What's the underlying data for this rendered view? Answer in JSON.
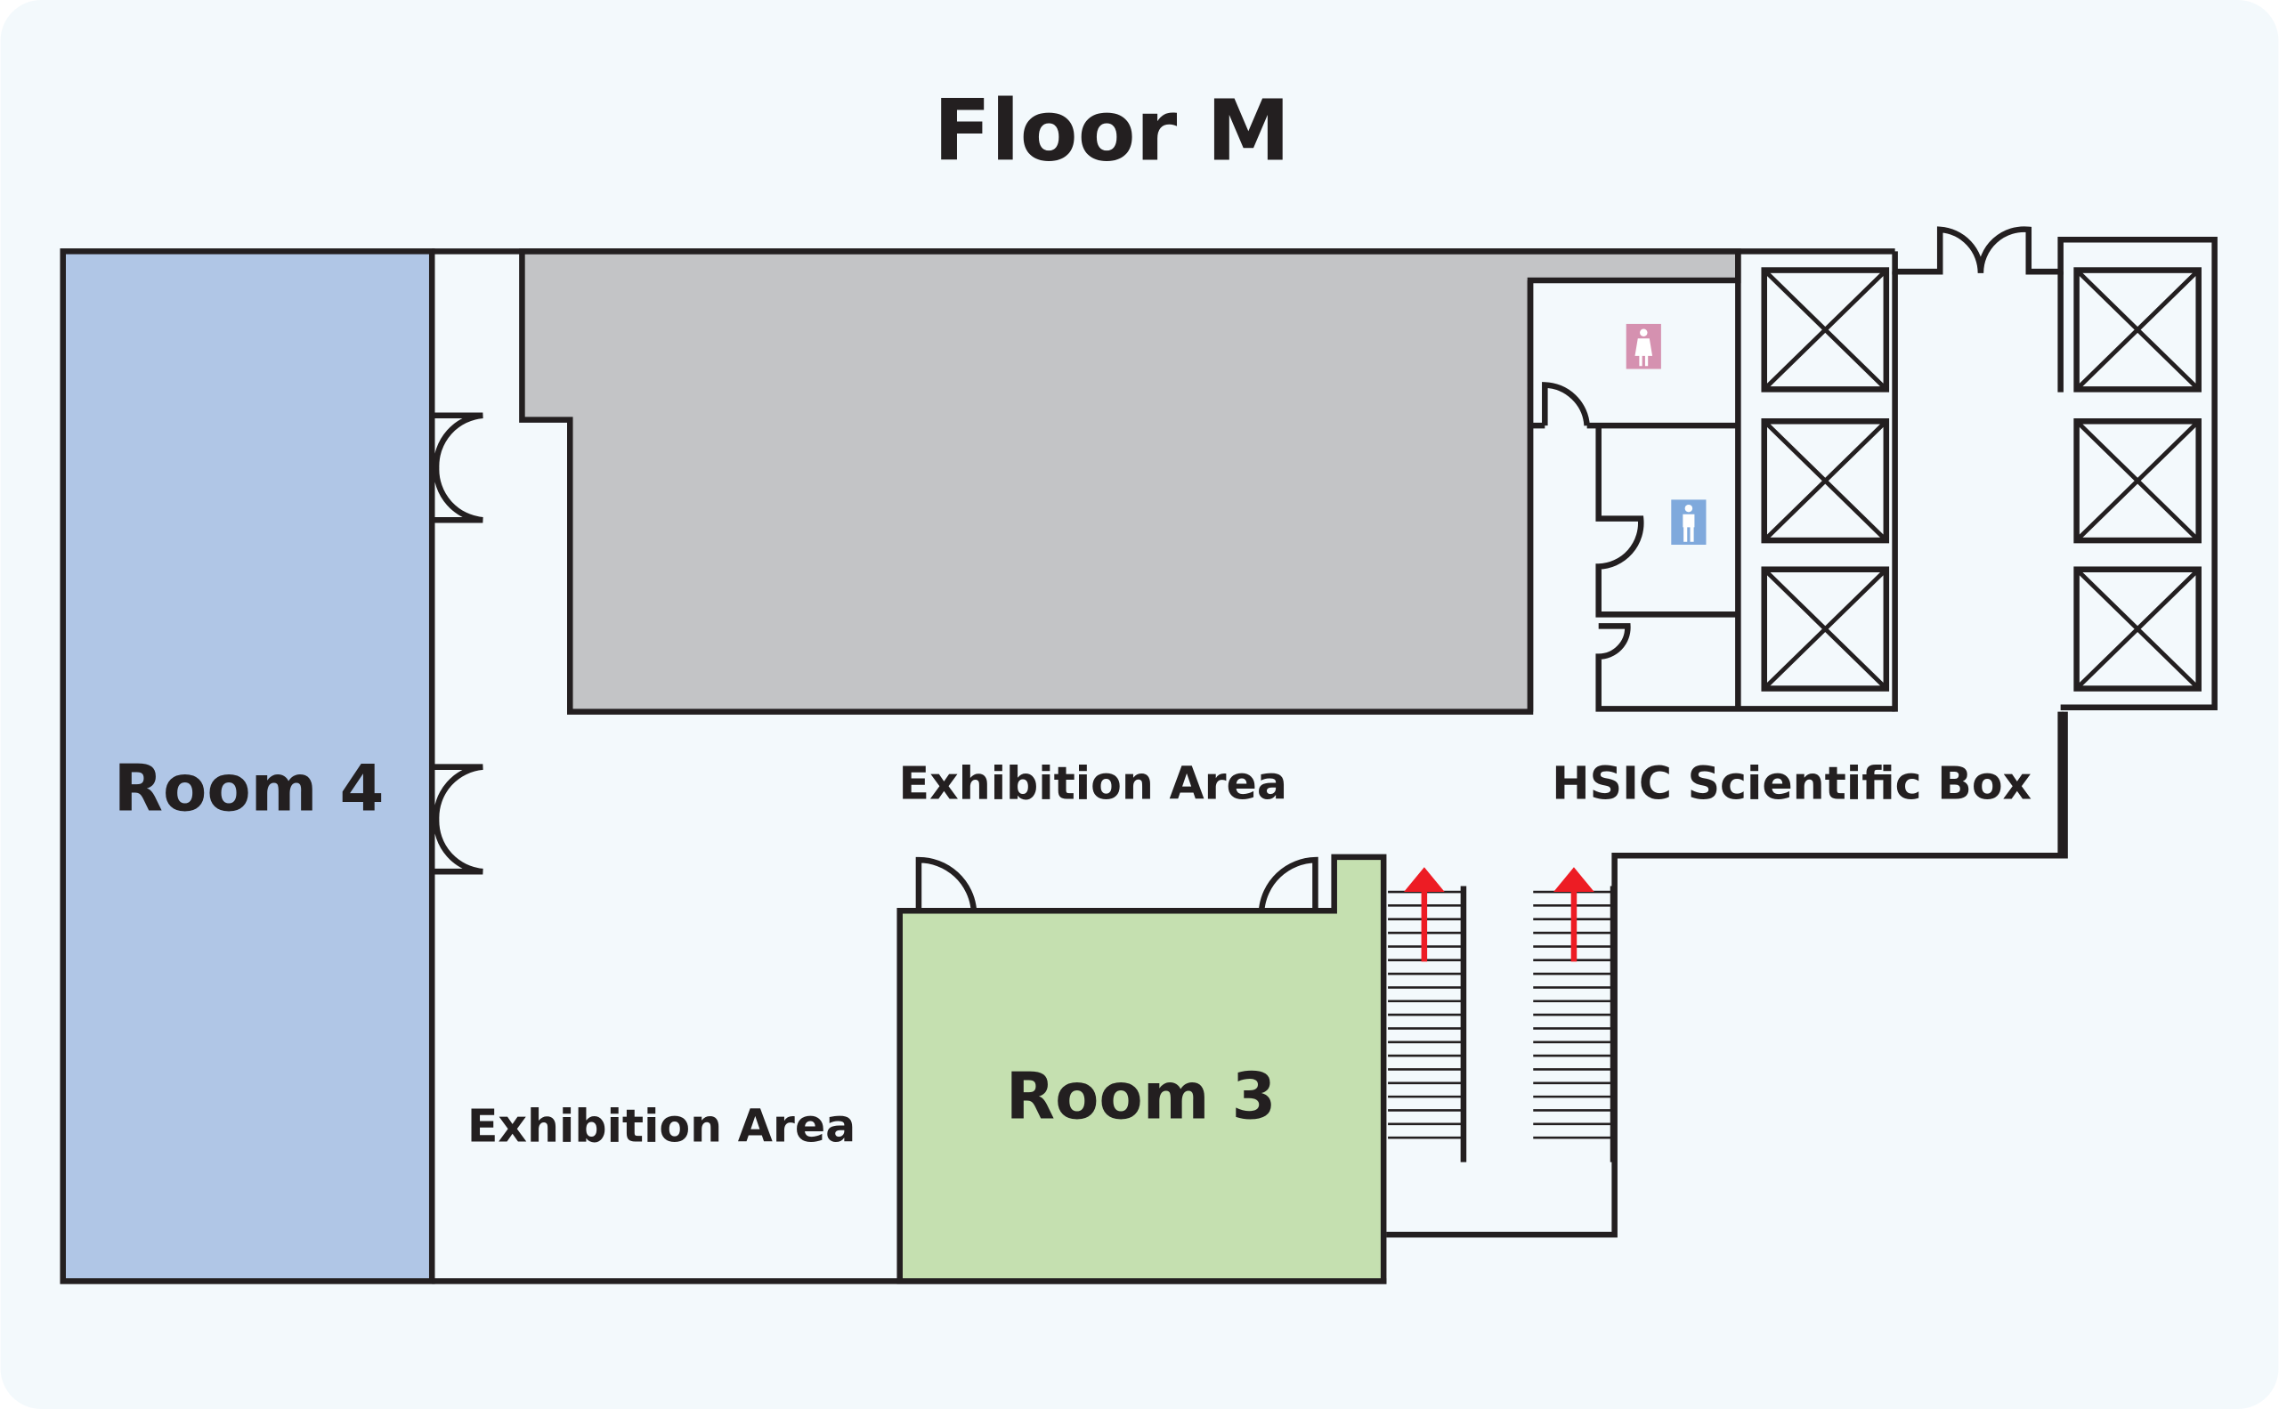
{
  "title": "Floor M",
  "rooms": {
    "room4": {
      "label": "Room 4",
      "color": "#b0c6e6"
    },
    "room3": {
      "label": "Room 3",
      "color": "#c5e0b0"
    }
  },
  "areas": {
    "exhibition_top": "Exhibition Area",
    "exhibition_bottom": "Exhibition Area",
    "hsic": "HSIC Scientific Box"
  },
  "icons": [
    "restroom-women-icon",
    "restroom-men-icon",
    "elevator-icon",
    "stairs-up-arrow-icon"
  ],
  "colors": {
    "background": "#f3f9fc",
    "wall": "#231f20",
    "service_block": "#c3c4c6",
    "women": "#d591b0",
    "men": "#7fa9dc",
    "arrow": "#ed1c24"
  }
}
